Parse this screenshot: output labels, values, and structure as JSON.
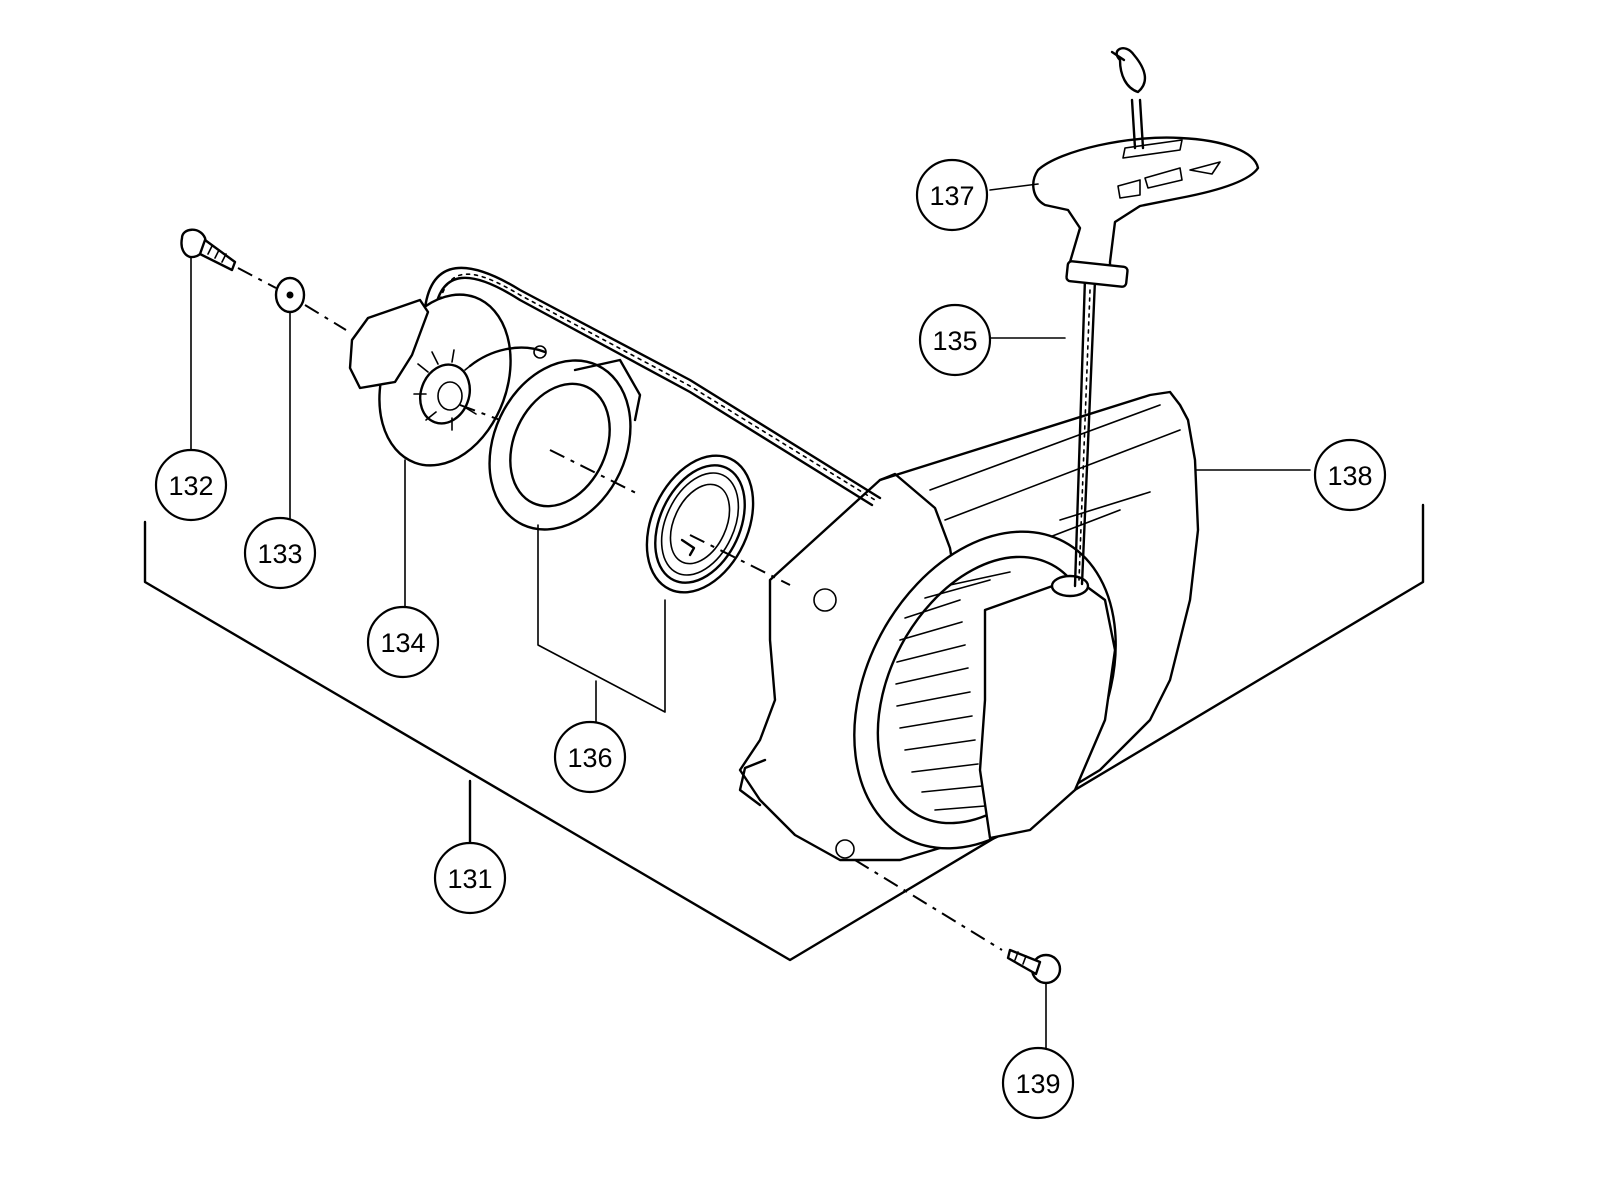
{
  "callouts": [
    {
      "id": "c131",
      "label": "131",
      "part": "recoil-starter-assembly"
    },
    {
      "id": "c132",
      "label": "132",
      "part": "bolt"
    },
    {
      "id": "c133",
      "label": "133",
      "part": "washer"
    },
    {
      "id": "c134",
      "label": "134",
      "part": "rope-reel"
    },
    {
      "id": "c135",
      "label": "135",
      "part": "starter-rope"
    },
    {
      "id": "c136",
      "label": "136",
      "part": "spring-case"
    },
    {
      "id": "c137",
      "label": "137",
      "part": "starter-handle"
    },
    {
      "id": "c138",
      "label": "138",
      "part": "starter-housing"
    },
    {
      "id": "c139",
      "label": "139",
      "part": "screw"
    }
  ]
}
